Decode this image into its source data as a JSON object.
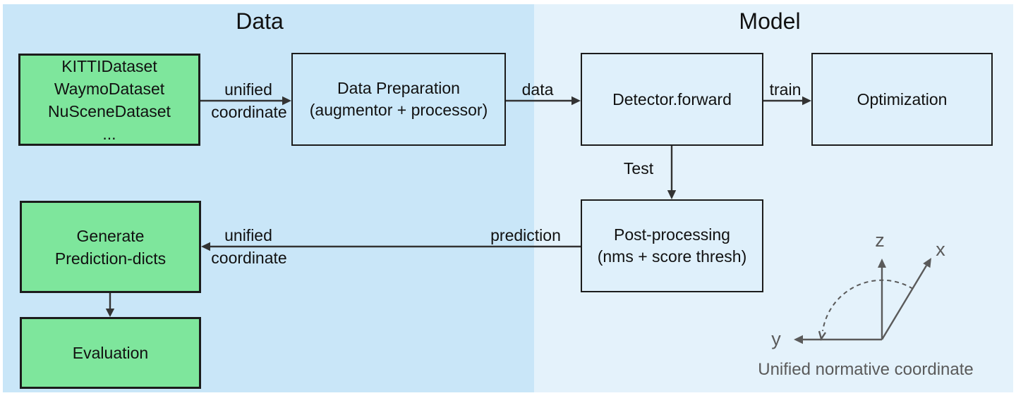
{
  "titles": {
    "data": "Data",
    "model": "Model"
  },
  "nodes": {
    "datasets": {
      "lines": [
        "KITTIDataset",
        "WaymoDataset",
        "NuSceneDataset",
        "..."
      ]
    },
    "data_preparation": {
      "lines": [
        "Data Preparation",
        "(augmentor + processor)"
      ]
    },
    "detector": {
      "lines": [
        "Detector.forward"
      ]
    },
    "optimization": {
      "lines": [
        "Optimization"
      ]
    },
    "post_processing": {
      "lines": [
        "Post-processing",
        "(nms + score thresh)"
      ]
    },
    "generate_prediction": {
      "lines": [
        "Generate",
        "Prediction-dicts"
      ]
    },
    "evaluation": {
      "lines": [
        "Evaluation"
      ]
    }
  },
  "edge_labels": {
    "datasets_to_preparation_line1": "unified",
    "datasets_to_preparation_line2": "coordinate",
    "preparation_to_detector": "data",
    "detector_to_optimization": "train",
    "detector_to_postprocessing": "Test",
    "postprocessing_to_generate_right": "prediction",
    "postprocessing_to_generate_line1": "unified",
    "postprocessing_to_generate_line2": "coordinate"
  },
  "coordinate_legend": {
    "axis_z": "z",
    "axis_x": "x",
    "axis_y": "y",
    "caption": "Unified normative coordinate"
  },
  "colors": {
    "data_panel": "#c9e6f8",
    "model_panel": "#e4f2fb",
    "dataset_fill": "#7ee69c",
    "process_fill_data": "#cbe8f9",
    "process_fill_model": "#dff0fb",
    "node_border": "#1c1c1c",
    "arrow": "#333333",
    "legend": "#5a5a5a",
    "text": "#111111"
  }
}
